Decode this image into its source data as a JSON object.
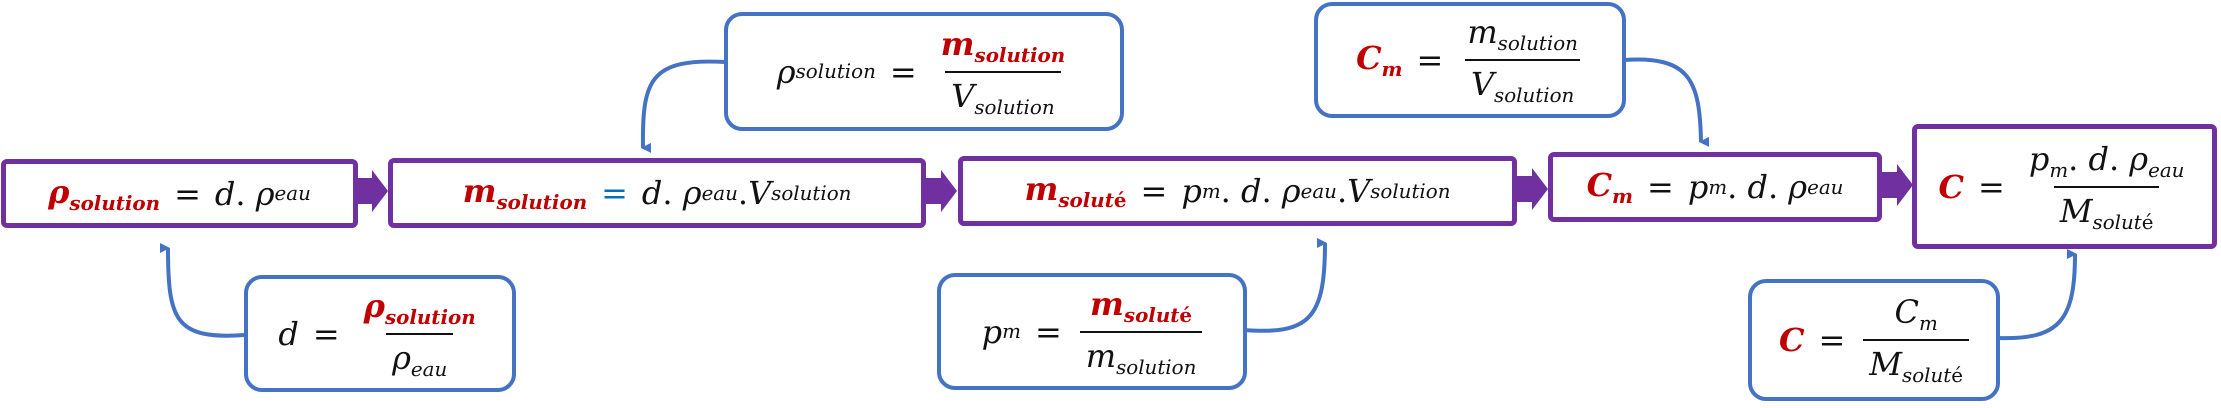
{
  "sym": {
    "rho": "ρ",
    "m": "m",
    "V": "V",
    "d": "d",
    "p": "p",
    "C": "C",
    "M": "M",
    "eq": "=",
    "dot": ".",
    "solution": "solution",
    "eau": "eau",
    "solut": "solut",
    "e_acute": "é",
    "msub": "m"
  },
  "colors": {
    "main_border": "#7030a0",
    "aux_border": "#4472c4",
    "highlight": "#c00000",
    "equals_blue": "#0070c0",
    "arrow_fill": "#7030a0",
    "connector": "#4472c4"
  }
}
